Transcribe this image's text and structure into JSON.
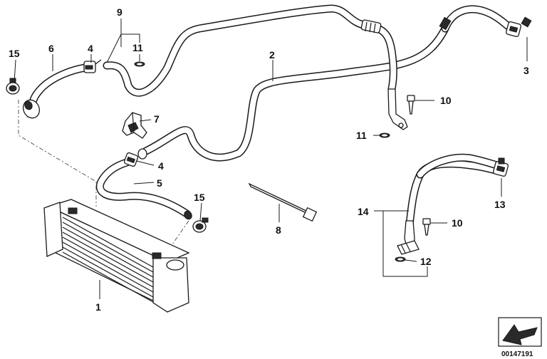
{
  "diagram": {
    "callouts": [
      {
        "id": "c1",
        "text": "1"
      },
      {
        "id": "c2",
        "text": "2"
      },
      {
        "id": "c3",
        "text": "3"
      },
      {
        "id": "c4a",
        "text": "4"
      },
      {
        "id": "c4b",
        "text": "4"
      },
      {
        "id": "c5",
        "text": "5"
      },
      {
        "id": "c6",
        "text": "6"
      },
      {
        "id": "c7",
        "text": "7"
      },
      {
        "id": "c8",
        "text": "8"
      },
      {
        "id": "c9",
        "text": "9"
      },
      {
        "id": "c10a",
        "text": "10"
      },
      {
        "id": "c10b",
        "text": "10"
      },
      {
        "id": "c11a",
        "text": "11"
      },
      {
        "id": "c11b",
        "text": "11"
      },
      {
        "id": "c12",
        "text": "12"
      },
      {
        "id": "c13",
        "text": "13"
      },
      {
        "id": "c14",
        "text": "14"
      },
      {
        "id": "c15a",
        "text": "15"
      },
      {
        "id": "c15b",
        "text": "15"
      }
    ],
    "reference_number": "00147191"
  }
}
